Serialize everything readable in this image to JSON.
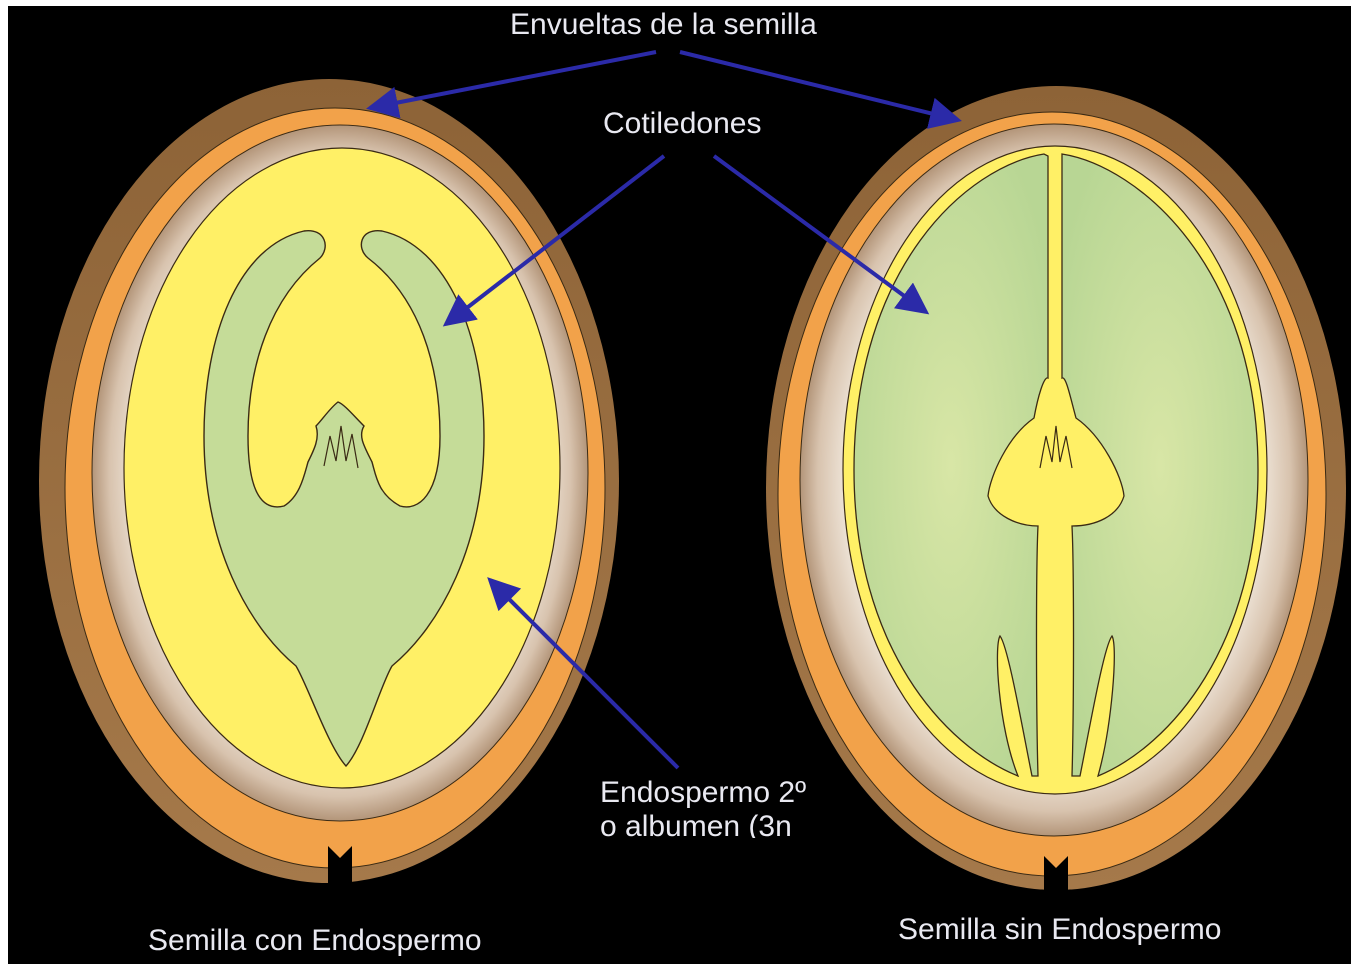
{
  "labels": {
    "seed_coats": "Envueltas de la semilla",
    "cotyledons": "Cotiledones",
    "endosperm_line1": "Endospermo 2º",
    "endosperm_line2": "o albumen (3n",
    "seed_with": "Semilla con Endospermo",
    "seed_without": "Semilla sin Endospermo"
  },
  "colors": {
    "background": "#000000",
    "outer_coat": "#9a6b3a",
    "orange_coat": "#f2a24a",
    "inner_tan": "#cdb59e",
    "endosperm": "#fff066",
    "cotyledon": "#c5dc98",
    "arrow": "#2b2aa8",
    "label_text": "#e9e9f1"
  }
}
